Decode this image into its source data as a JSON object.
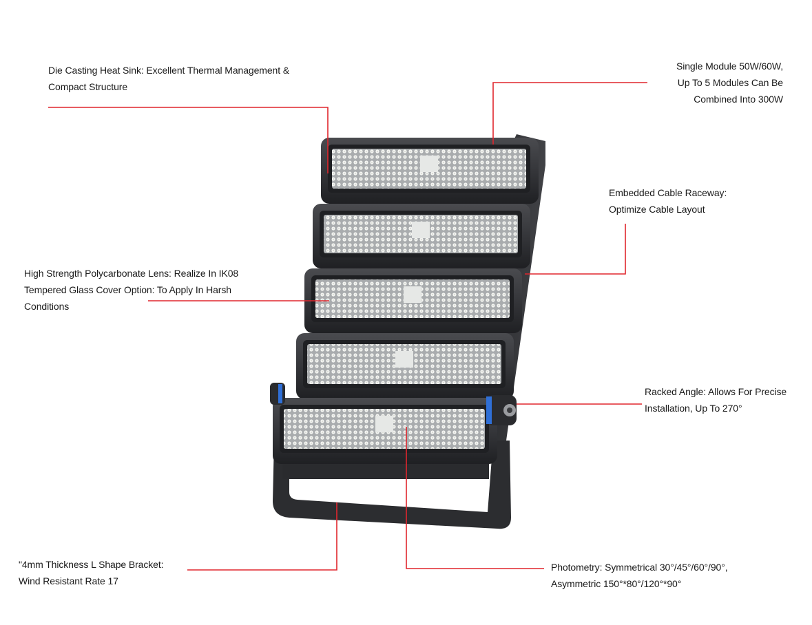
{
  "callouts": {
    "heatsink": {
      "lines": [
        "Die Casting Heat Sink: Excellent Thermal Management &",
        "Compact Structure"
      ]
    },
    "module": {
      "lines": [
        "Single Module 50W/60W,",
        "Up To 5 Modules Can Be",
        "Combined Into 300W"
      ]
    },
    "cable": {
      "lines": [
        "Embedded Cable Raceway:",
        "Optimize Cable Layout"
      ]
    },
    "lens": {
      "lines": [
        "High Strength Polycarbonate Lens: Realize In IK08",
        "Tempered Glass Cover Option: To Apply In Harsh",
        "Conditions"
      ]
    },
    "angle": {
      "lines": [
        "Racked Angle: Allows For Precise",
        "Installation, Up To 270°"
      ]
    },
    "bracket": {
      "lines": [
        "\"4mm Thickness L Shape Bracket:",
        "Wind Resistant Rate 17"
      ]
    },
    "photometry": {
      "lines": [
        "Photometry: Symmetrical 30°/45°/60°/90°,",
        "Asymmetric 150°*80°/120°*90°"
      ]
    }
  },
  "colors": {
    "leader": "#e0262d",
    "housing": "#3a3b3e",
    "housing_dark": "#232427",
    "lens_bg": "#b9bcbd",
    "led": "#eef0ee",
    "accent_ring": "#2f6fd6"
  },
  "product": {
    "module_count": 5
  }
}
